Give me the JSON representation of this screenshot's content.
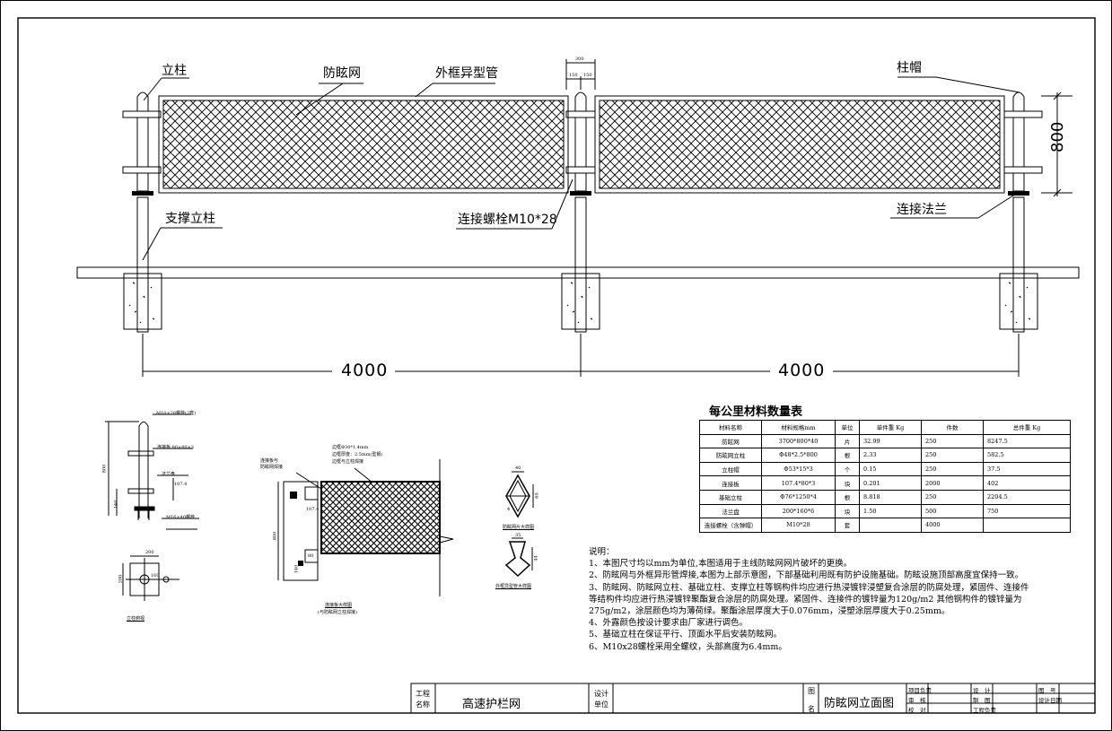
{
  "labels": {
    "post": "立柱",
    "antiglare_net": "防眩网",
    "outer_frame": "外框异型管",
    "post_cap": "柱帽",
    "support_post": "支撑立柱",
    "bolt": "连接螺栓M10*28",
    "flange": "连接法兰",
    "height_800": "800",
    "dim_300": "300",
    "dim_150a": "150",
    "dim_150b": "150",
    "span_left": "4000",
    "span_right": "4000"
  },
  "detail_views": {
    "post_elevation": {
      "caption": "立柱正视图",
      "note_a": "M10×28螺栓(2套)",
      "note_b": "连接板 80×40×3",
      "note_c": "法兰盘",
      "note_d": "M16×40螺栓",
      "dim_800": "800",
      "dim_140": "140",
      "dim_1074": "107.4"
    },
    "post_plan": {
      "caption": "立柱俯视",
      "dim_200a": "200",
      "dim_200b": "200",
      "dim_160": "160"
    },
    "connection": {
      "caption": "连接板大样图",
      "subcaption": "(与防眩网立柱焊接)",
      "note_left_1": "连接板与",
      "note_left_2": "防眩网焊接",
      "note_right_1": "边框Φ30*1.4mm",
      "note_right_2": "边框厚度：2.5mm(型钢)",
      "note_right_3": "边框与立柱焊接",
      "dim_800": "800",
      "dim_1074": "107.4",
      "dim_140": "140",
      "dim_80": "80"
    },
    "mesh": {
      "caption": "防眩网片大样图",
      "dim_40": "40",
      "dim_60": "60",
      "dim_4": "4"
    },
    "frame_section": {
      "caption": "外框异型管大样图",
      "dim_35": "35",
      "dim_44": "44"
    }
  },
  "materials": {
    "title": "每公里材料数量表",
    "headers": [
      "材料名称",
      "材料规格mm",
      "单位",
      "单件重 Kg",
      "件数",
      "总件重 Kg"
    ],
    "rows": [
      [
        "防眩网",
        "3700*800*40",
        "片",
        "32.99",
        "250",
        "8247.5"
      ],
      [
        "防眩网立柱",
        "Φ48*2.5*800",
        "根",
        "2.33",
        "250",
        "582.5"
      ],
      [
        "立柱帽",
        "Φ53*15*3",
        "个",
        "0.15",
        "250",
        "37.5"
      ],
      [
        "连接板",
        "107.4*80*3",
        "块",
        "0.201",
        "2000",
        "402"
      ],
      [
        "基础立柱",
        "Φ76*1250*4",
        "根",
        "8.818",
        "250",
        "2204.5"
      ],
      [
        "法兰盘",
        "200*160*6",
        "块",
        "1.50",
        "500",
        "750"
      ],
      [
        "连接螺栓（含弹帽）",
        "M10*28",
        "套",
        "",
        "4000",
        ""
      ]
    ]
  },
  "notes": {
    "heading": "说明：",
    "items": [
      "1、本图尺寸均以mm为单位,本图适用于主线防眩网网片破坏的更换。",
      "2、防眩网与外框异形管焊接,本图为上部示意图，下部基础利用既有防护设施基础。防眩设施顶部高度宜保持一致。",
      "3、防眩网、防眩网立柱、基础立柱、支撑立柱等钢构件均应进行热浸镀锌浸塑复合涂层的防腐处理，紧固件、连接件",
      "等结构件均应进行热浸镀锌聚酯复合涂层的防腐处理。紧固件、连接件的镀锌量为120g/m2 其他钢构件的镀锌量为",
      "275g/m2，涂层颜色均为薄荷绿。聚酯涂层厚度大于0.076mm，浸塑涂层厚度大于0.25mm。",
      "4、外露颜色按设计要求由厂家进行调色。",
      "5、基础立柱在保证平行、顶面水平后安装防眩网。",
      "6、M10x28螺栓采用全螺纹，头部高度为6.4mm。"
    ]
  },
  "title_block": {
    "project_label_1": "工程",
    "project_label_2": "名称",
    "project_name": "高速护栏网",
    "design_unit_label_1": "设计",
    "design_unit_label_2": "单位",
    "drawing_label_1": "图",
    "drawing_label_2": "名",
    "drawing_name": "防眩网立面图",
    "project_lead": "项目负责",
    "review": "审　核",
    "check": "校　对",
    "design": "设　计",
    "draft": "制　图",
    "engineering_lead": "工程负责",
    "drawing_no": "图　号",
    "design_date": "设计日期"
  }
}
